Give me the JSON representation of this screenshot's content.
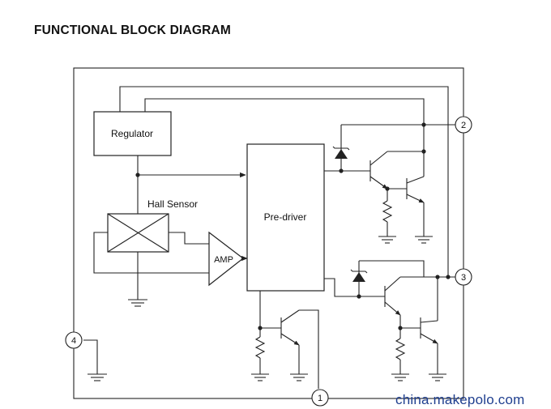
{
  "title": "FUNCTIONAL BLOCK DIAGRAM",
  "blocks": {
    "regulator": "Regulator",
    "hall_sensor": "Hall Sensor",
    "amp": "AMP",
    "pre_driver": "Pre-driver"
  },
  "pins": [
    "1",
    "2",
    "3",
    "4"
  ],
  "watermark": "china.makepolo.com"
}
